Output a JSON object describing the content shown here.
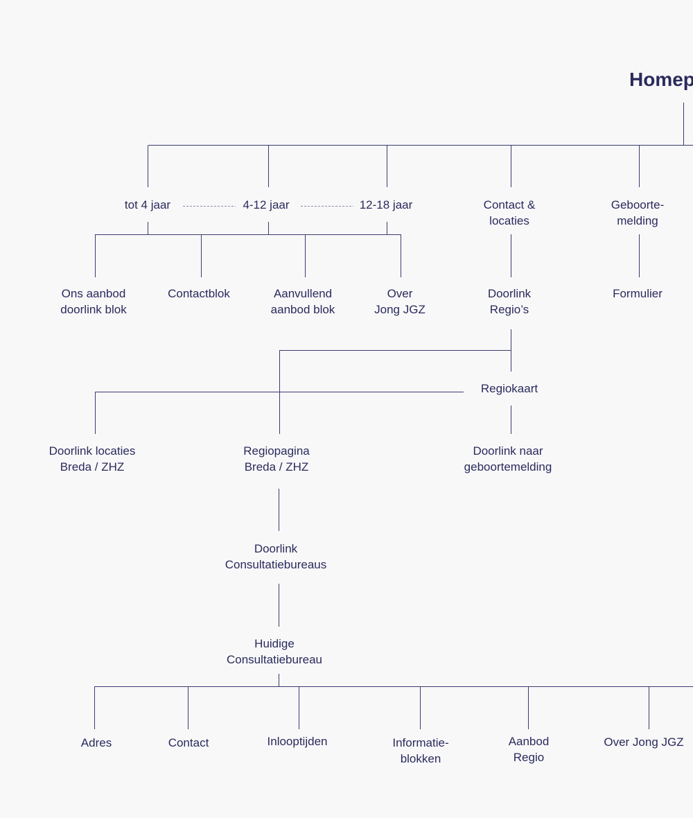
{
  "colors": {
    "line": "#3a3a6e",
    "text": "#2a2a5c",
    "background": "#f8f8f9"
  },
  "title": "Homep",
  "nodes": {
    "tot4": "tot 4 jaar",
    "age412": "4-12 jaar",
    "age1218": "12-18 jaar",
    "contact_l1": "Contact &",
    "contact_l2": "locaties",
    "geboorte_l1": "Geboorte-",
    "geboorte_l2": "melding",
    "onsaanbod_l1": "Ons aanbod",
    "onsaanbod_l2": "doorlink blok",
    "contactblok": "Contactblok",
    "aanvullend_l1": "Aanvullend",
    "aanvullend_l2": "aanbod blok",
    "over_l1": "Over",
    "over_l2": "Jong JGZ",
    "doorlinkregio_l1": "Doorlink",
    "doorlinkregio_l2": "Regio’s",
    "formulier": "Formulier",
    "regiokaart": "Regiokaart",
    "doorlinklocaties_l1": "Doorlink locaties",
    "doorlinklocaties_l2": "Breda / ZHZ",
    "regiopagina_l1": "Regiopagina",
    "regiopagina_l2": "Breda / ZHZ",
    "doorlinkgeboorte_l1": "Doorlink naar",
    "doorlinkgeboorte_l2": "geboortemelding",
    "doorlinkcb_l1": "Doorlink",
    "doorlinkcb_l2": "Consultatiebureaus",
    "huidige_l1": "Huidige",
    "huidige_l2": "Consultatiebureau",
    "adres": "Adres",
    "contact": "Contact",
    "inlooptijden": "Inlooptijden",
    "informatie_l1": "Informatie-",
    "informatie_l2": "blokken",
    "aanbodregio_l1": "Aanbod",
    "aanbodregio_l2": "Regio",
    "overjonggzg": "Over Jong JGZ"
  }
}
